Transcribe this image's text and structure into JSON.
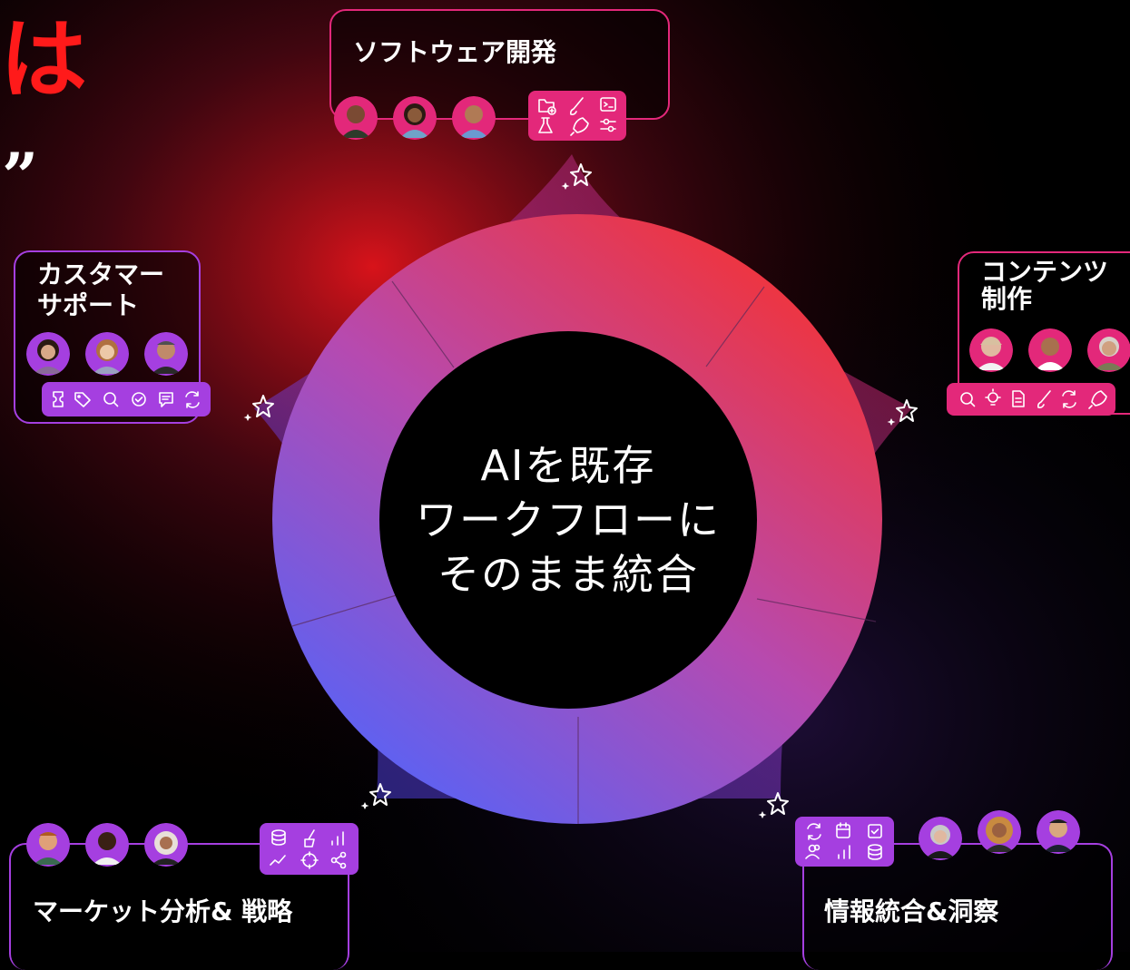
{
  "header": {
    "partial_title": "は",
    "partial_quote": "”"
  },
  "center": {
    "text": "AIを既存\nワークフローに\nそのまま統合"
  },
  "colors": {
    "pink": "#e3287a",
    "purple": "#a53fe0",
    "red": "#ff1a1a"
  },
  "categories": {
    "software": {
      "title": "ソフトウェア開発",
      "icons": [
        "folder-plus-icon",
        "brush-icon",
        "terminal-icon",
        "flask-icon",
        "rocket-icon",
        "sliders-icon"
      ]
    },
    "content": {
      "title": "コンテンツ\n制作",
      "icons": [
        "search-icon",
        "lightbulb-icon",
        "document-icon",
        "brush-icon",
        "refresh-icon",
        "rocket-icon"
      ]
    },
    "support": {
      "title": "カスタマー\nサポート",
      "icons": [
        "ticket-icon",
        "tag-icon",
        "search-icon",
        "check-circle-icon",
        "chat-icon",
        "refresh-icon"
      ]
    },
    "market": {
      "title": "マーケット分析& 戦略",
      "icons": [
        "database-icon",
        "clean-icon",
        "bar-chart-icon",
        "trend-line-icon",
        "target-icon",
        "share-icon"
      ]
    },
    "insight": {
      "title": "情報統合&洞察",
      "icons": [
        "refresh-icon",
        "calendar-icon",
        "checkbox-icon",
        "users-icon",
        "bar-chart-icon",
        "database-icon"
      ]
    }
  }
}
